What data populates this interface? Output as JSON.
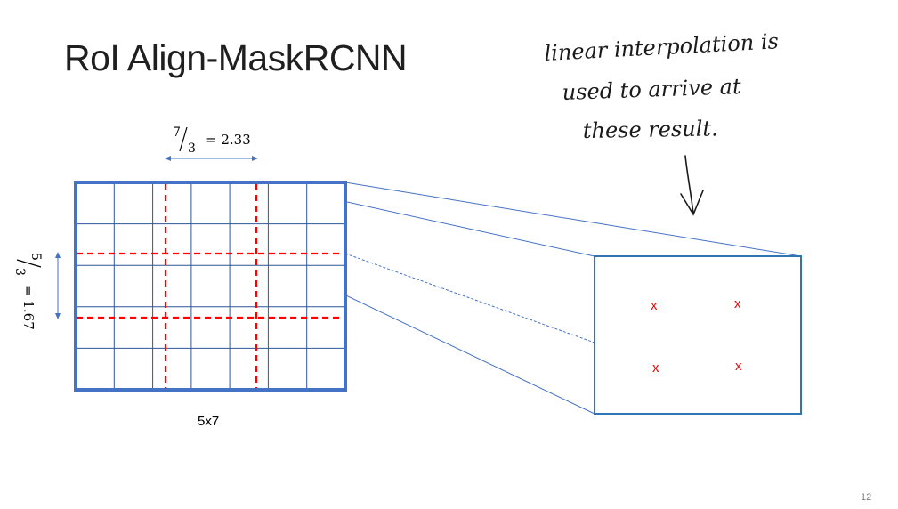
{
  "slide": {
    "title": "RoI Align-MaskRCNN",
    "slide_number": "12"
  },
  "grid": {
    "size_label": "5x7",
    "width_label": {
      "numerator": "7",
      "denominator": "3",
      "value": "= 2.33"
    },
    "height_label": {
      "numerator": "5",
      "denominator": "3",
      "value": "= 1.67"
    }
  },
  "pooled_output": {
    "sample_marker": "x"
  },
  "annotation": {
    "lines": [
      "linear interpolation is",
      "used to arrive at",
      "these result."
    ]
  },
  "colors": {
    "grid_border": "#4472c4",
    "grid_lines": "#2f5597",
    "bin_lines": "#ff0000",
    "markers": "#ff0000",
    "annotation_ink": "#1a1a1a"
  }
}
